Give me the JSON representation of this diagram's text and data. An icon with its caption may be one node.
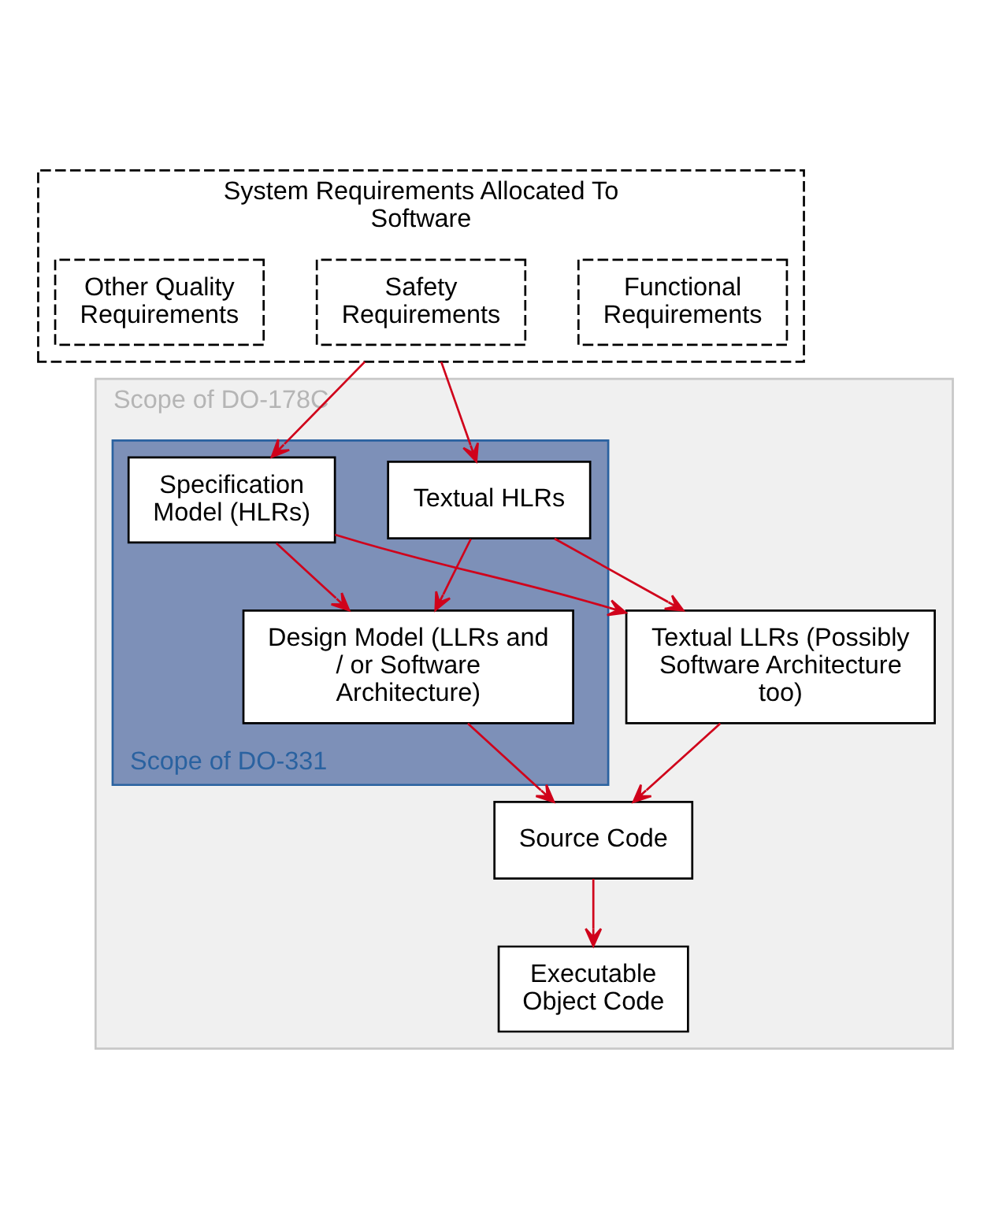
{
  "diagram": {
    "nodes": [
      {
        "text": [
          "System Requirements Allocated To Software"
        ]
      },
      {
        "text": [
          "Functional Requirements"
        ],
        "in": 0
      },
      {
        "text": [
          "Safety Requirements"
        ],
        "in": 0
      },
      {
        "text": [
          "Other Quality Requirements"
        ],
        "in": 0
      },
      {
        "text": [
          "Scope of DO-178C"
        ]
      },
      {
        "text": [
          "Scope of DO-331"
        ],
        "in": 4
      },
      {
        "text": [
          "Textual HLRs"
        ],
        "in": 5
      },
      {
        "text": [
          "Specification Model (HLRs)"
        ],
        "in": 5
      },
      {
        "text": [
          "Textual LLRs (Possibly Software Architecture too)"
        ],
        "in": 4
      },
      {
        "text": [
          "Design Model (LLRs and / or Software Architecture)"
        ],
        "in": 5
      },
      {
        "text": [
          "Source Code"
        ],
        "in": 4
      },
      {
        "text": [
          "Executable Object Code"
        ],
        "in": 4
      }
    ],
    "edges": [
      {
        "from": 0,
        "to": 6,
        "arrow": "to"
      },
      {
        "from": 0,
        "to": 7,
        "arrow": "to"
      },
      {
        "from": 6,
        "to": 8,
        "arrow": "to"
      },
      {
        "from": 6,
        "to": 9,
        "arrow": "to"
      },
      {
        "from": 7,
        "to": 8,
        "arrow": "to"
      },
      {
        "from": 7,
        "to": 9,
        "arrow": "to"
      },
      {
        "from": 8,
        "to": 10,
        "arrow": "to"
      },
      {
        "from": 9,
        "to": 10,
        "arrow": "to"
      },
      {
        "from": 10,
        "to": 11,
        "arrow": "to"
      }
    ]
  }
}
